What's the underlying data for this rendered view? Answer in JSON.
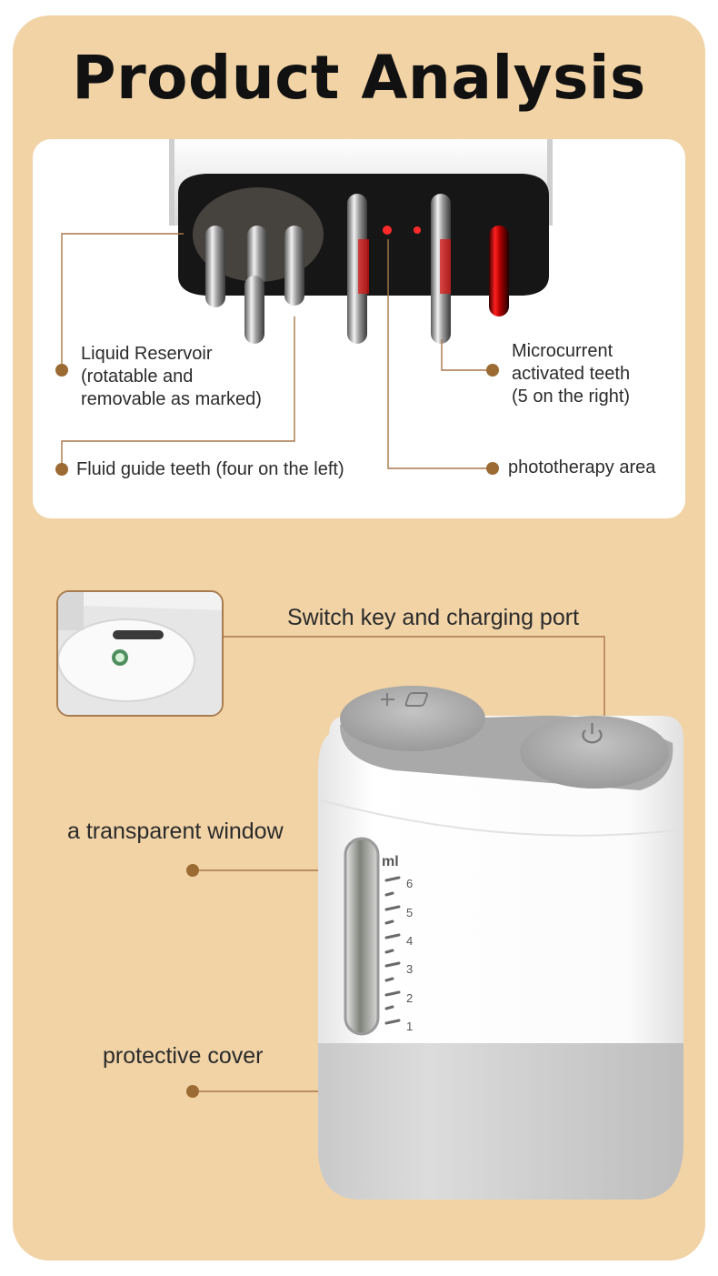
{
  "page": {
    "title": "Product Analysis",
    "accent_color": "#9c6a33",
    "background_color": "#f1d3a6"
  },
  "top_card": {
    "labels": {
      "liquid_reservoir": [
        "Liquid Reservoir",
        "(rotatable and",
        "removable as marked)"
      ],
      "microcurrent": [
        "Microcurrent",
        "activated teeth",
        "(5 on the right)"
      ],
      "fluid_guide": "Fluid guide teeth (four on the left)",
      "phototherapy": "phototherapy area"
    }
  },
  "bottom": {
    "labels": {
      "switch": "Switch key and charging port",
      "window": "a transparent window",
      "cover": "protective cover"
    },
    "scale": {
      "unit": "ml",
      "ticks": [
        "6",
        "5",
        "4",
        "3",
        "2",
        "1"
      ]
    }
  }
}
